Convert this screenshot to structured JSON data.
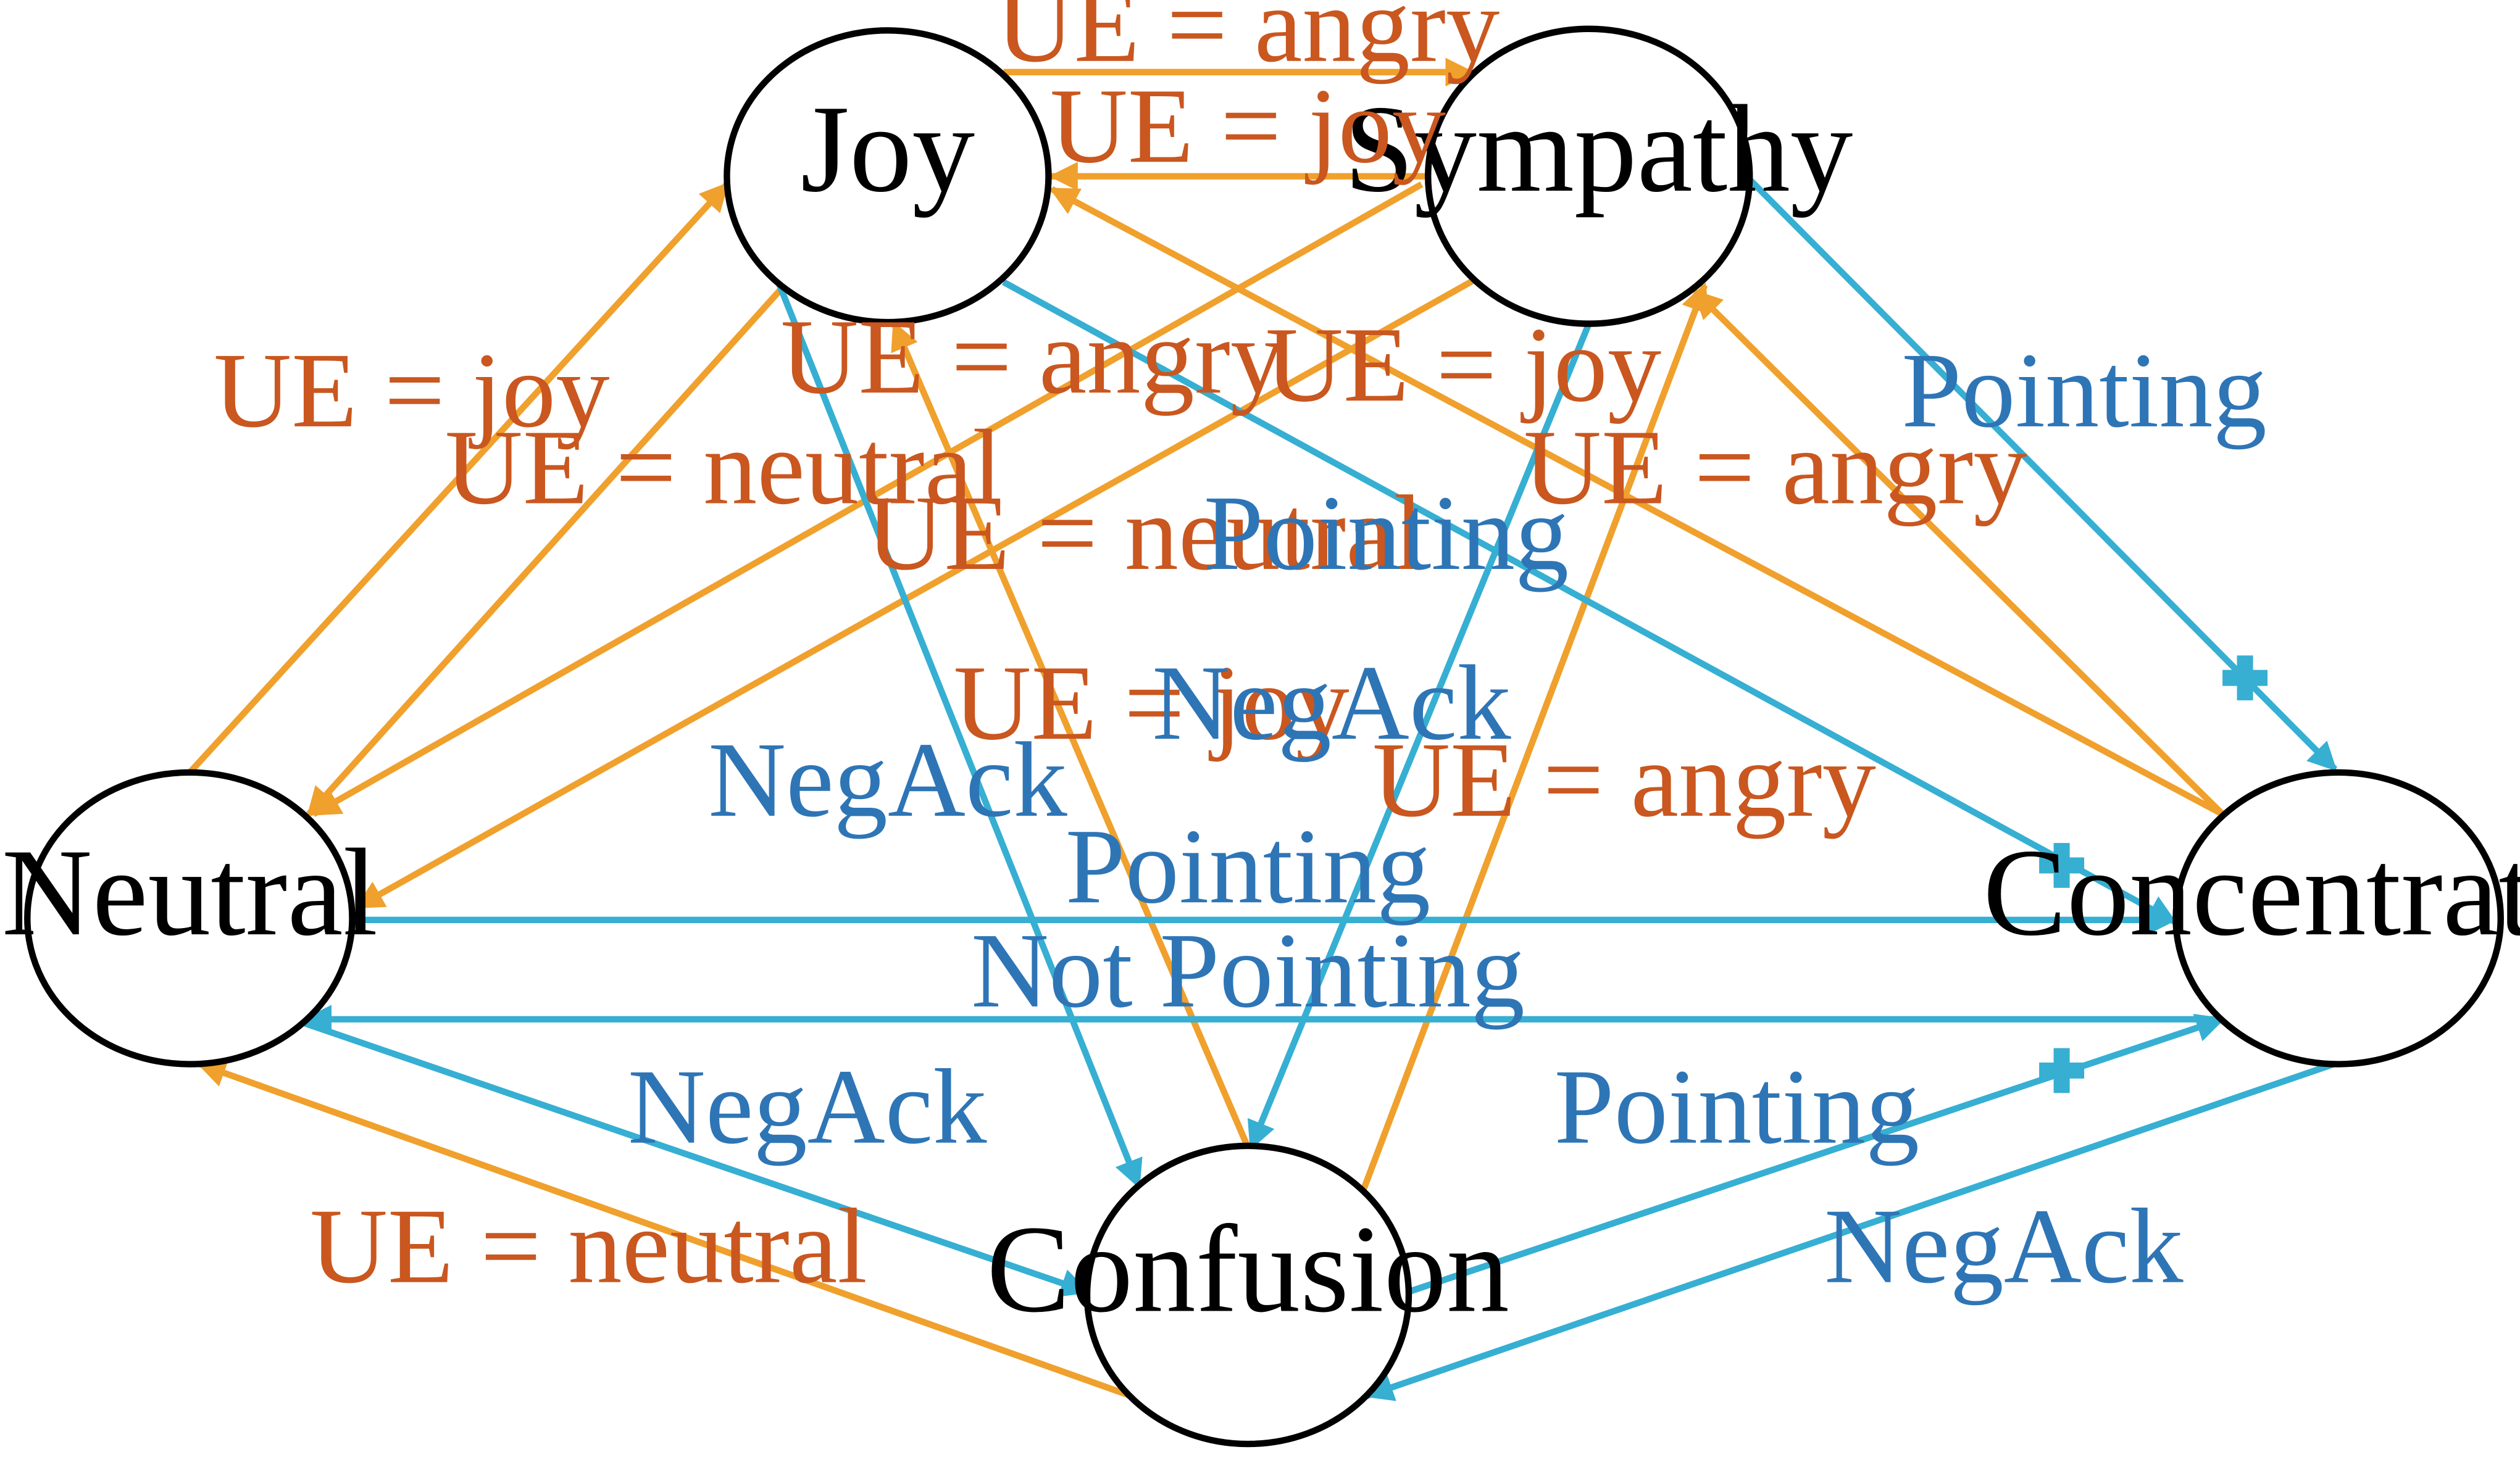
{
  "colors": {
    "user_emotion_edge": "#f0a02c",
    "gesture_edge": "#36afd3",
    "user_emotion_label": "#c9571f",
    "gesture_label": "#2e75b6",
    "node_stroke": "#000000",
    "plus_marker": "#36afd3"
  },
  "nodes": {
    "joy": "Joy",
    "sympathy": "Sympathy",
    "neutral": "Neutral",
    "concentration": "Concentration",
    "confusion": "Confusion"
  },
  "edge_labels": {
    "joy_to_sympathy": "UE = angry",
    "sympathy_to_joy": "UE = joy",
    "neutral_to_joy": "UE = joy",
    "joy_to_neutral": "UE = neutral",
    "confusion_to_joy": "UE = angry",
    "concentration_to_joy": "UE = joy",
    "concentration_to_sympathy": "UE = angry",
    "sympathy_to_neutral": "UE = neutral",
    "joy_to_concentration": "Pointing",
    "sympathy_to_concentration": "Pointing",
    "confusion_to_joy_2": "UE = joy",
    "sympathy_to_confusion": "NegAck",
    "joy_to_confusion": "NegAck",
    "confusion_to_sympathy": "UE = angry",
    "neutral_to_concentration": "Pointing",
    "concentration_to_neutral": "Not Pointing",
    "neutral_to_confusion": "NegAck",
    "confusion_to_concentration": "Pointing",
    "confusion_to_neutral": "UE = neutral",
    "concentration_to_confusion": "NegAck"
  }
}
